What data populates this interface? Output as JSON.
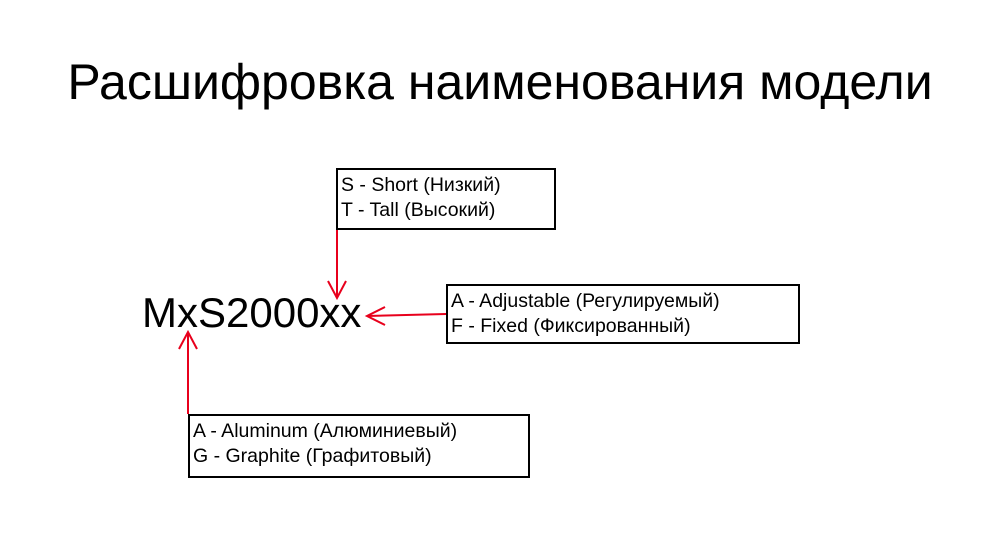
{
  "title": "Расшифровка наименования модели",
  "model_code": "MxS2000xx",
  "boxes": {
    "height": {
      "lines": [
        "S - Short (Низкий)",
        "T - Tall (Высокий)"
      ]
    },
    "rim": {
      "lines": [
        "A - Adjustable (Регулируемый)",
        "F - Fixed (Фиксированный)"
      ]
    },
    "material": {
      "lines": [
        "A - Aluminum (Алюминиевый)",
        "G - Graphite (Графитовый)"
      ]
    }
  },
  "colors": {
    "arrow": "#e8001c",
    "border": "#000000",
    "text": "#000000",
    "background": "#ffffff"
  }
}
